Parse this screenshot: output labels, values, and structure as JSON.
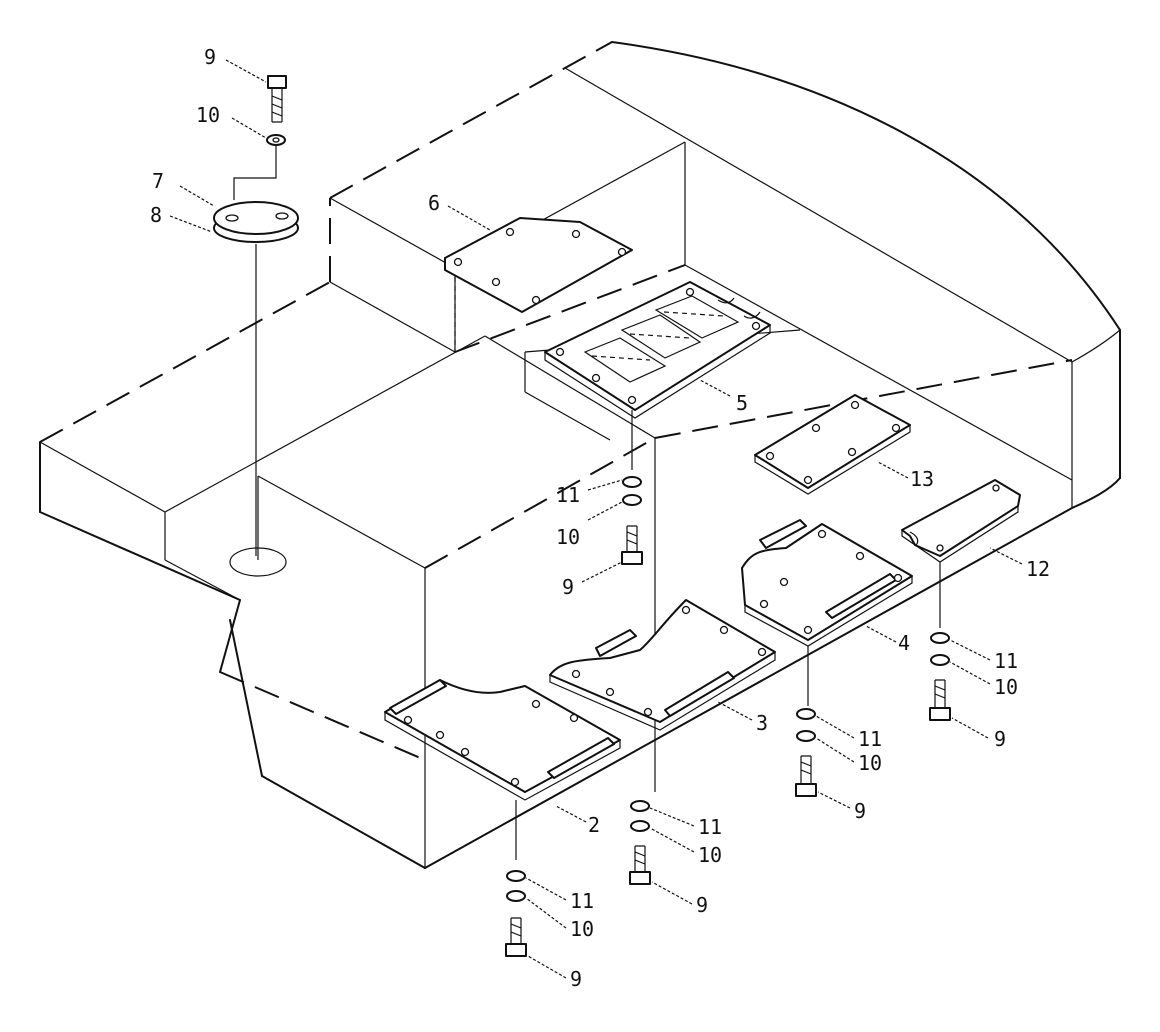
{
  "diagram": {
    "type": "exploded-parts-diagram",
    "line_color": "#111111",
    "background": "#ffffff",
    "callouts": [
      {
        "id": "c9a",
        "label": "9"
      },
      {
        "id": "c10a",
        "label": "10"
      },
      {
        "id": "c7",
        "label": "7"
      },
      {
        "id": "c8",
        "label": "8"
      },
      {
        "id": "c6",
        "label": "6"
      },
      {
        "id": "c5",
        "label": "5"
      },
      {
        "id": "c11a",
        "label": "11"
      },
      {
        "id": "c10b",
        "label": "10"
      },
      {
        "id": "c9b",
        "label": "9"
      },
      {
        "id": "c13",
        "label": "13"
      },
      {
        "id": "c12",
        "label": "12"
      },
      {
        "id": "c4",
        "label": "4"
      },
      {
        "id": "c11b",
        "label": "11"
      },
      {
        "id": "c10c",
        "label": "10"
      },
      {
        "id": "c9c",
        "label": "9"
      },
      {
        "id": "c3",
        "label": "3"
      },
      {
        "id": "c11c",
        "label": "11"
      },
      {
        "id": "c10d",
        "label": "10"
      },
      {
        "id": "c9d",
        "label": "9"
      },
      {
        "id": "c2",
        "label": "2"
      },
      {
        "id": "c11d",
        "label": "11"
      },
      {
        "id": "c10e",
        "label": "10"
      },
      {
        "id": "c9e",
        "label": "9"
      },
      {
        "id": "c11e",
        "label": "11"
      },
      {
        "id": "c10f",
        "label": "10"
      },
      {
        "id": "c9f",
        "label": "9"
      }
    ]
  }
}
